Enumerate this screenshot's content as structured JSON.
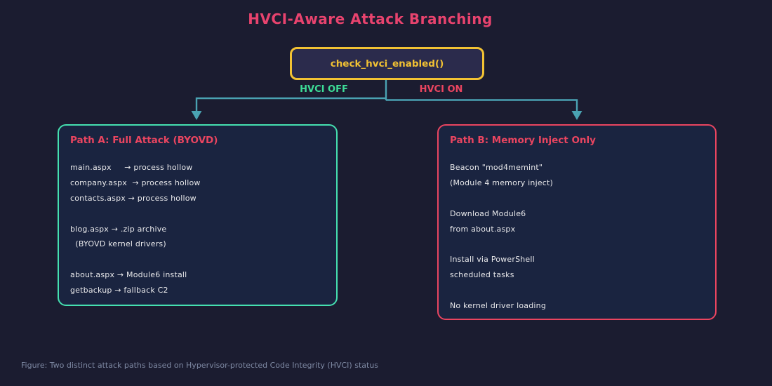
{
  "title": "HVCI-Aware Attack Branching",
  "decision_node": {
    "label": "check_hvci_enabled()"
  },
  "branches": {
    "left_label": "HVCI OFF",
    "right_label": "HVCI ON"
  },
  "path_a": {
    "title": "Path A: Full Attack (BYOVD)",
    "lines": [
      "main.aspx     → process hollow",
      "company.aspx  → process hollow",
      "contacts.aspx → process hollow",
      "",
      "blog.aspx → .zip archive",
      "  (BYOVD kernel drivers)",
      "",
      "about.aspx → Module6 install",
      "getbackup → fallback C2"
    ]
  },
  "path_b": {
    "title": "Path B: Memory Inject Only",
    "lines": [
      "Beacon \"mod4memint\"",
      "(Module 4 memory inject)",
      "",
      "Download Module6",
      "from about.aspx",
      "",
      "Install via PowerShell",
      "scheduled tasks",
      "",
      "No kernel driver loading"
    ]
  },
  "caption": "Figure: Two distinct attack paths based on Hypervisor-protected Code Integrity (HVCI) status",
  "colors": {
    "background": "#1b1c30",
    "panel_fill": "#1a2440",
    "decision_fill": "#2b2b4c",
    "yellow": "#f2c233",
    "mint": "#45e0b0",
    "mint_text": "#3ddc97",
    "pink": "#ea4560",
    "title_pink": "#e8436e",
    "connector": "#4aa2b2",
    "body_text": "#e8e8ea",
    "caption_text": "#7e89a3"
  }
}
